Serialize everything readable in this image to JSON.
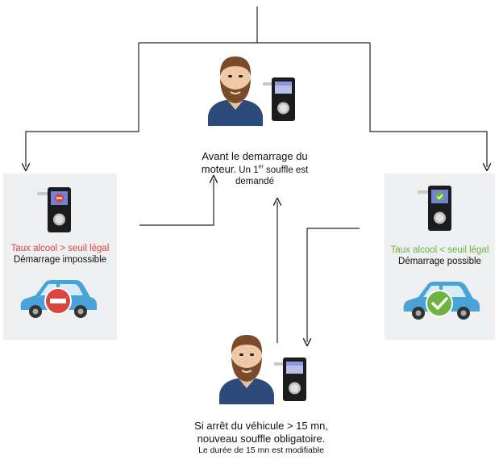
{
  "top": {
    "line1": "Avant le demarrage du",
    "line2_prefix": "moteur.",
    "line2_rest_a": " Un 1",
    "line2_sup": "er",
    "line2_rest_b": " souffle est",
    "line3": "demandé"
  },
  "bottom": {
    "line1": "Si arrêt du véhicule > 15 mn,",
    "line2": "nouveau souffle obligatoire.",
    "line3": "Le durée de 15 mn est modifiable"
  },
  "left": {
    "status": "Taux alcool > seuil légal",
    "result": "Démarrage impossible"
  },
  "right": {
    "status": "Taux alcool < seuil légal",
    "result": "Démarrage possible"
  },
  "colors": {
    "car_blue": "#4aa3d8",
    "stop_red": "#d9453f",
    "ok_green": "#6cb33f",
    "panel_bg": "#eeeff0"
  }
}
